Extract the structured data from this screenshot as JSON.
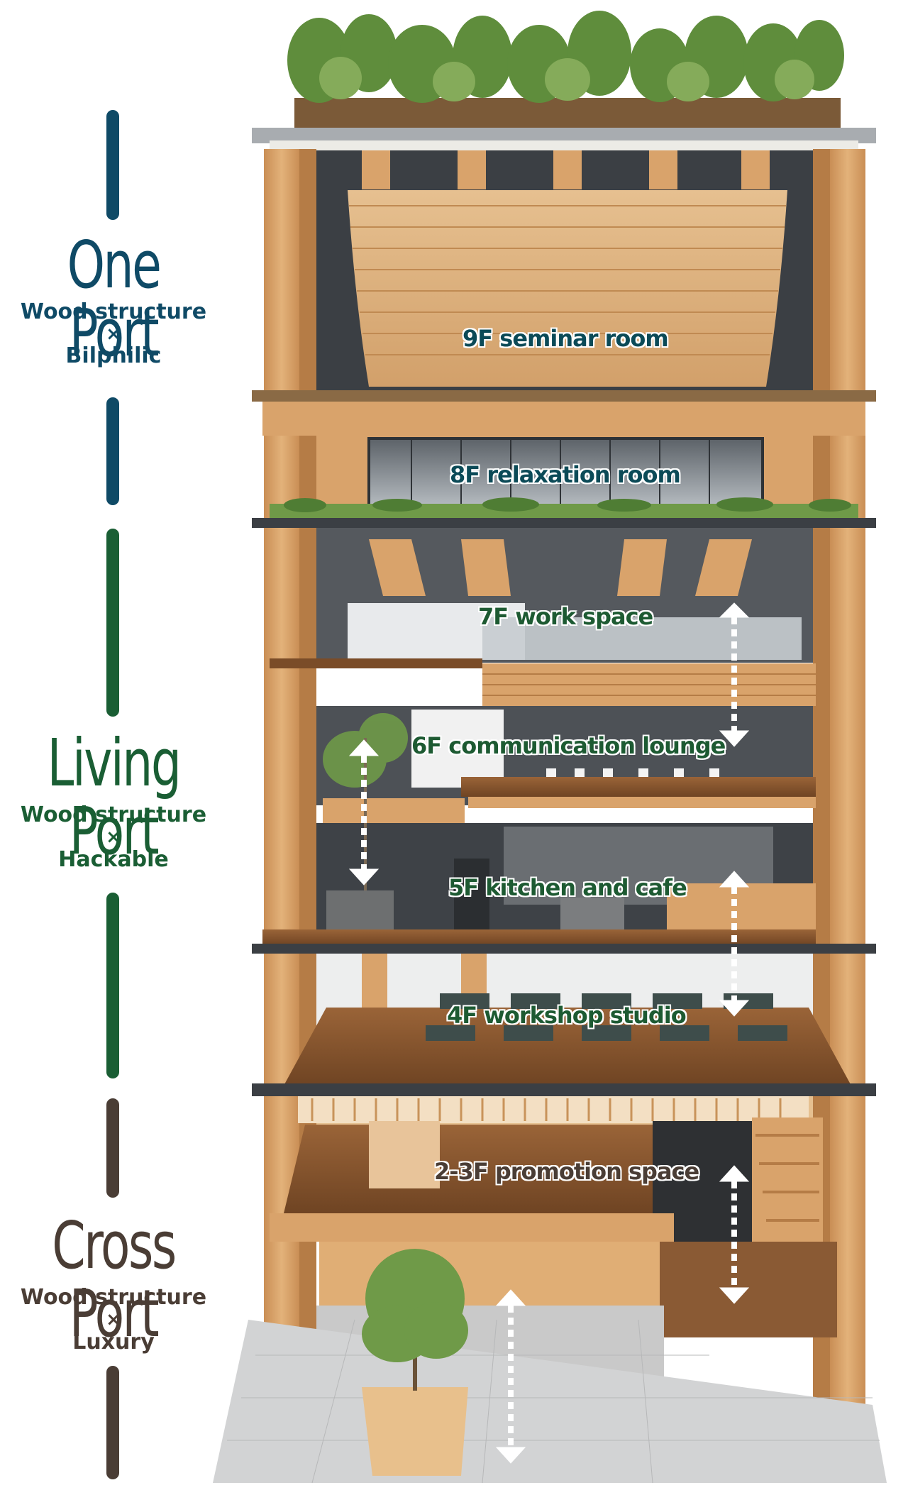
{
  "zones": [
    {
      "title": "One Port",
      "line1": "Wood structure",
      "cross": "×",
      "line2": "Bilphilic",
      "color": "#0f4a66"
    },
    {
      "title": "Living Port",
      "line1": "Wood structure",
      "cross": "×",
      "line2": "Hackable",
      "color": "#1a5e34"
    },
    {
      "title": "Cross Port",
      "line1": "Wood structure",
      "cross": "×",
      "line2": "Luxury",
      "color": "#4a3d35"
    }
  ],
  "floors": {
    "f9": "9F seminar room",
    "f8": "8F relaxation room",
    "f7": "7F work space",
    "f6": "6F communication lounge",
    "f5": "5F kitchen and cafe",
    "f4": "4F workshop studio",
    "f23": "2-3F promotion space"
  },
  "colors": {
    "wood": "#d9a36b",
    "wood_dark": "#a8713f",
    "floor_plank": "#8a5a34",
    "roof_green": "#6f9a48",
    "slab_dark": "#3b3f44"
  }
}
